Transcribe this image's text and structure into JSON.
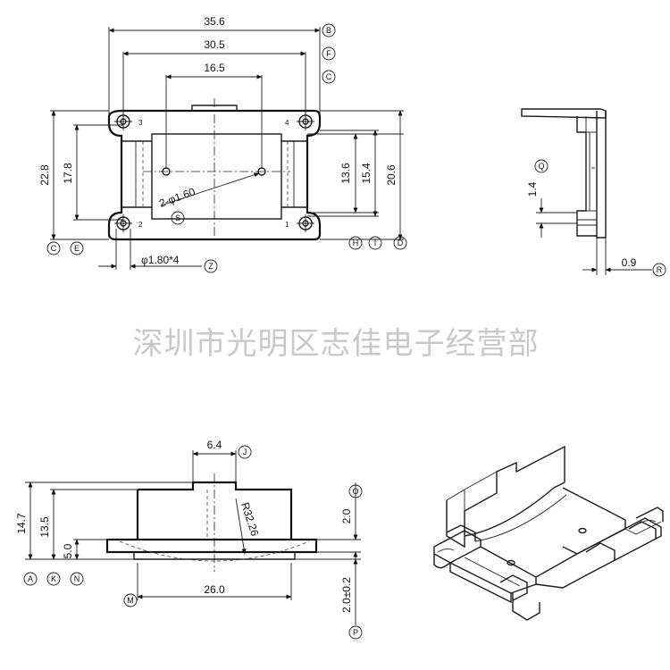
{
  "watermark": "深圳市光明区志佳电子经营部",
  "top_view": {
    "dim_width_outer": "35.6",
    "dim_width_mid": "30.5",
    "dim_hole_spacing": "16.5",
    "dim_height_outer": "22.8",
    "dim_height_inner": "17.8",
    "dim_right_inner": "13.6",
    "dim_right_mid": "15.4",
    "dim_right_outer": "20.6",
    "hole_callout": "2-φ1.60",
    "pin_callout": "φ1.80*4",
    "pin_numbers": [
      "3",
      "4",
      "2",
      "1"
    ],
    "bubbles": {
      "B": "B",
      "F": "F",
      "C_top": "C",
      "C_left": "C",
      "E": "E",
      "S": "S",
      "Z": "Z",
      "H": "H",
      "I": "I",
      "D": "D"
    }
  },
  "side_view": {
    "dim_pitch": "1.4",
    "dim_thickness": "0.9",
    "bubbles": {
      "Q": "Q",
      "R": "R"
    }
  },
  "front_view": {
    "dim_tab": "6.4",
    "dim_total_height": "14.7",
    "dim_body_height": "13.5",
    "dim_base_height": "5.0",
    "dim_radius": "R32.26",
    "dim_base_width": "26.0",
    "dim_right_top": "2.0",
    "dim_right_bottom": "2.0±0.2",
    "bubbles": {
      "J": "J",
      "A": "A",
      "K": "K",
      "N": "N",
      "M": "M",
      "O": "O",
      "P": "P"
    }
  }
}
